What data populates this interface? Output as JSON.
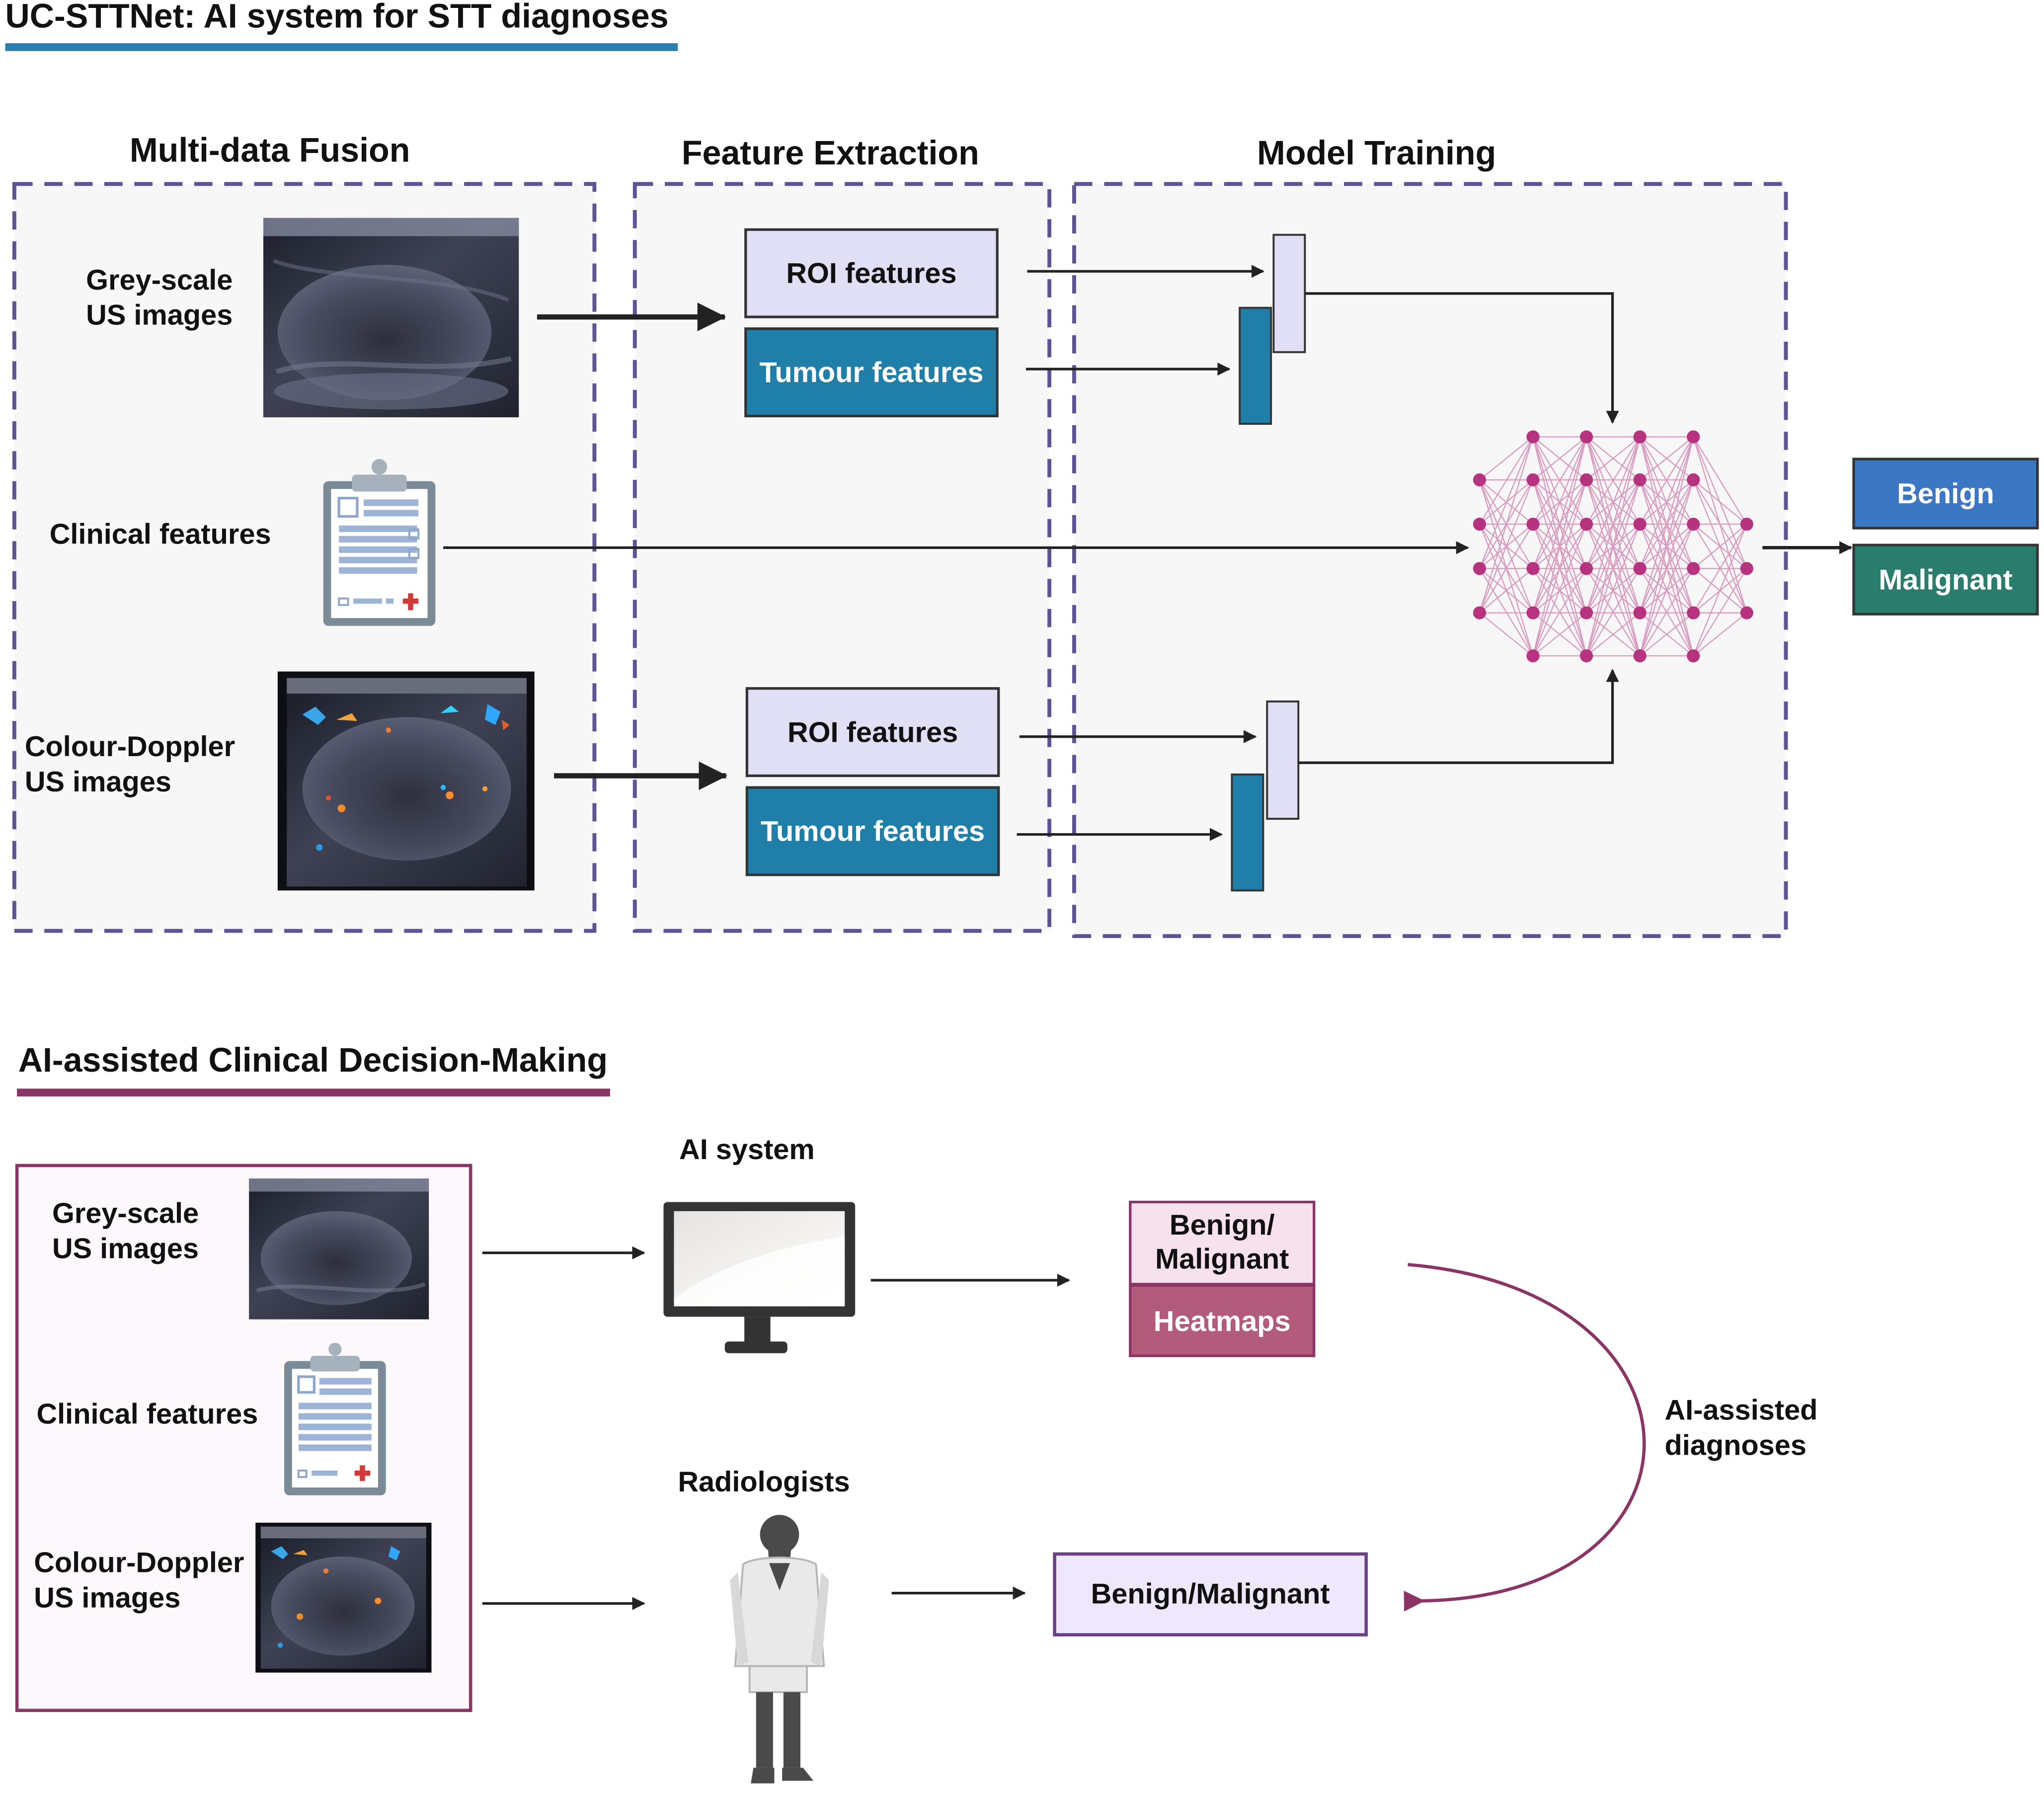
{
  "colors": {
    "title_underline_top": "#2b7fb0",
    "title_underline_bottom": "#8b3566",
    "dashed_border": "#5b5596",
    "panel_fill": "#f7f7f7",
    "roi_fill": "#e0dff5",
    "tumour_fill": "#1f7fa8",
    "benign_fill": "#3c77c4",
    "malignant_fill": "#2a7d6c",
    "network_node": "#b5337f",
    "network_edge": "#d89cc0",
    "pink_box": "#f6e1ec",
    "heatmap_box": "#b35b7a",
    "lavender_box": "#efe7fb",
    "purple_border": "#8b3566",
    "arrow": "#222222"
  },
  "top_section": {
    "title": "UC-STTNet: AI system for STT diagnoses",
    "multi_data_fusion": {
      "header": "Multi-data Fusion",
      "greyscale_label_line1": "Grey-scale",
      "greyscale_label_line2": "US images",
      "clinical_label": "Clinical features",
      "doppler_label_line1": "Colour-Doppler",
      "doppler_label_line2": "US images"
    },
    "feature_extraction": {
      "header": "Feature Extraction",
      "roi_label": "ROI features",
      "tumour_label": "Tumour features"
    },
    "model_training": {
      "header": "Model Training"
    },
    "outputs": {
      "benign": "Benign",
      "malignant": "Malignant"
    }
  },
  "bottom_section": {
    "title": "AI-assisted Clinical Decision-Making",
    "inputs": {
      "greyscale_line1": "Grey-scale",
      "greyscale_line2": "US images",
      "clinical": "Clinical features",
      "doppler_line1": "Colour-Doppler",
      "doppler_line2": "US images"
    },
    "ai_system_label": "AI system",
    "radiologists_label": "Radiologists",
    "ai_output_line1": "Benign/",
    "ai_output_line2": "Malignant",
    "heatmaps": "Heatmaps",
    "radiologist_output": "Benign/Malignant",
    "assisted_line1": "AI-assisted",
    "assisted_line2": "diagnoses"
  }
}
